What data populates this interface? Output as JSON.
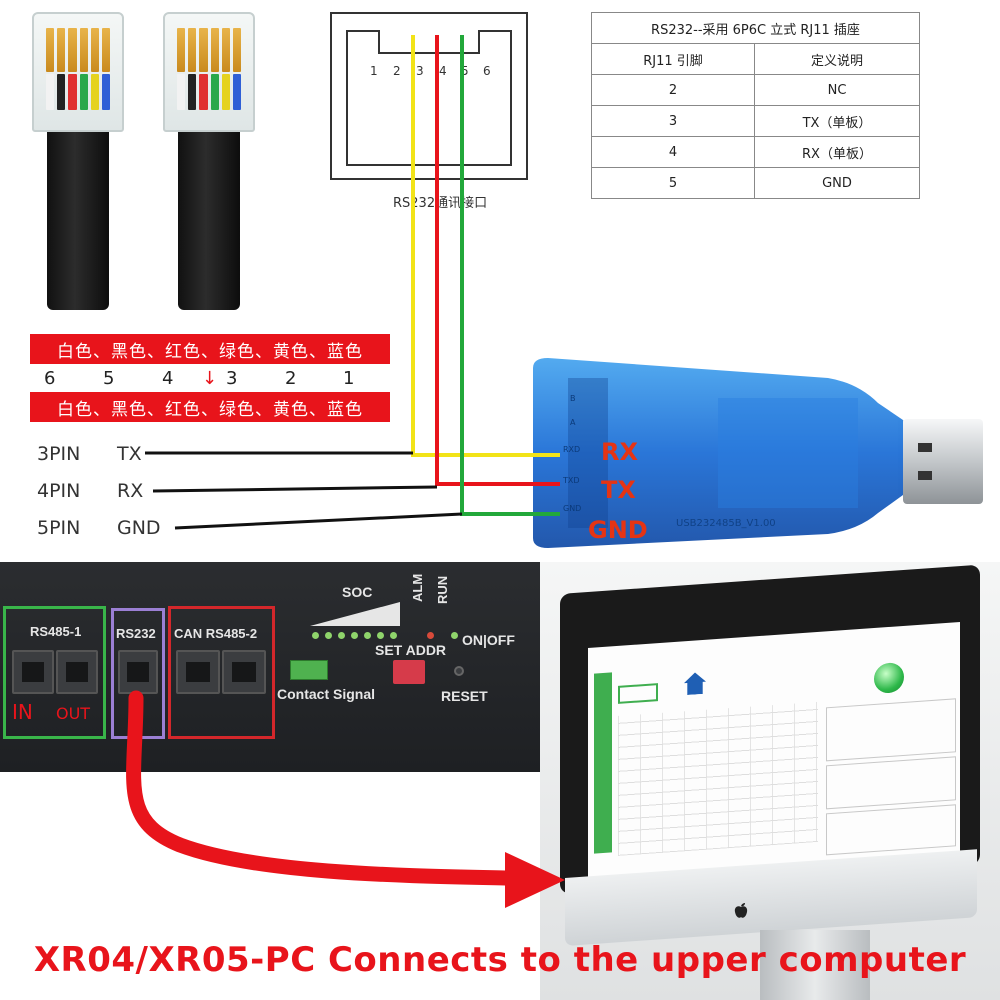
{
  "socket": {
    "pins": [
      "1",
      "2",
      "3",
      "4",
      "5",
      "6"
    ],
    "caption": "RS232通讯接口"
  },
  "table": {
    "title": "RS232--采用 6P6C 立式 RJ11 插座",
    "col_pin": "RJ11 引脚",
    "col_def": "定义说明",
    "rows": [
      {
        "pin": "2",
        "def": "NC"
      },
      {
        "pin": "3",
        "def": "TX（单板）"
      },
      {
        "pin": "4",
        "def": "RX（单板）"
      },
      {
        "pin": "5",
        "def": "GND"
      }
    ]
  },
  "color_bar": {
    "text": "白色、黑色、红色、绿色、黄色、蓝色",
    "numbers": [
      "6",
      "5",
      "4",
      "3",
      "2",
      "1"
    ],
    "arrow": "↓"
  },
  "pins_left": [
    {
      "num": "3PIN",
      "sig": "TX"
    },
    {
      "num": "4PIN",
      "sig": "RX"
    },
    {
      "num": "5PIN",
      "sig": "GND"
    }
  ],
  "usb": {
    "labels": [
      "RX",
      "TX",
      "GND"
    ],
    "pcb_text": "USB232485B_V1.00",
    "pin_marks": [
      "RXD",
      "TXD",
      "GND",
      "B",
      "A"
    ]
  },
  "device": {
    "rs485_1": "RS485-1",
    "rs232": "RS232",
    "can_rs485_2": "CAN RS485-2",
    "in": "IN",
    "out": "OUT",
    "soc": "SOC",
    "alm": "ALM",
    "run": "RUN",
    "on_off": "ON|OFF",
    "set_addr": "SET ADDR",
    "contact_signal": "Contact Signal",
    "reset": "RESET"
  },
  "colors": {
    "red": "#e8141b",
    "yellow": "#f2e318",
    "green": "#22a83a",
    "usb_blue": "#1f6fd6",
    "usb_label": "#e53414"
  },
  "caption": "XR04/XR05-PC Connects to the upper computer"
}
